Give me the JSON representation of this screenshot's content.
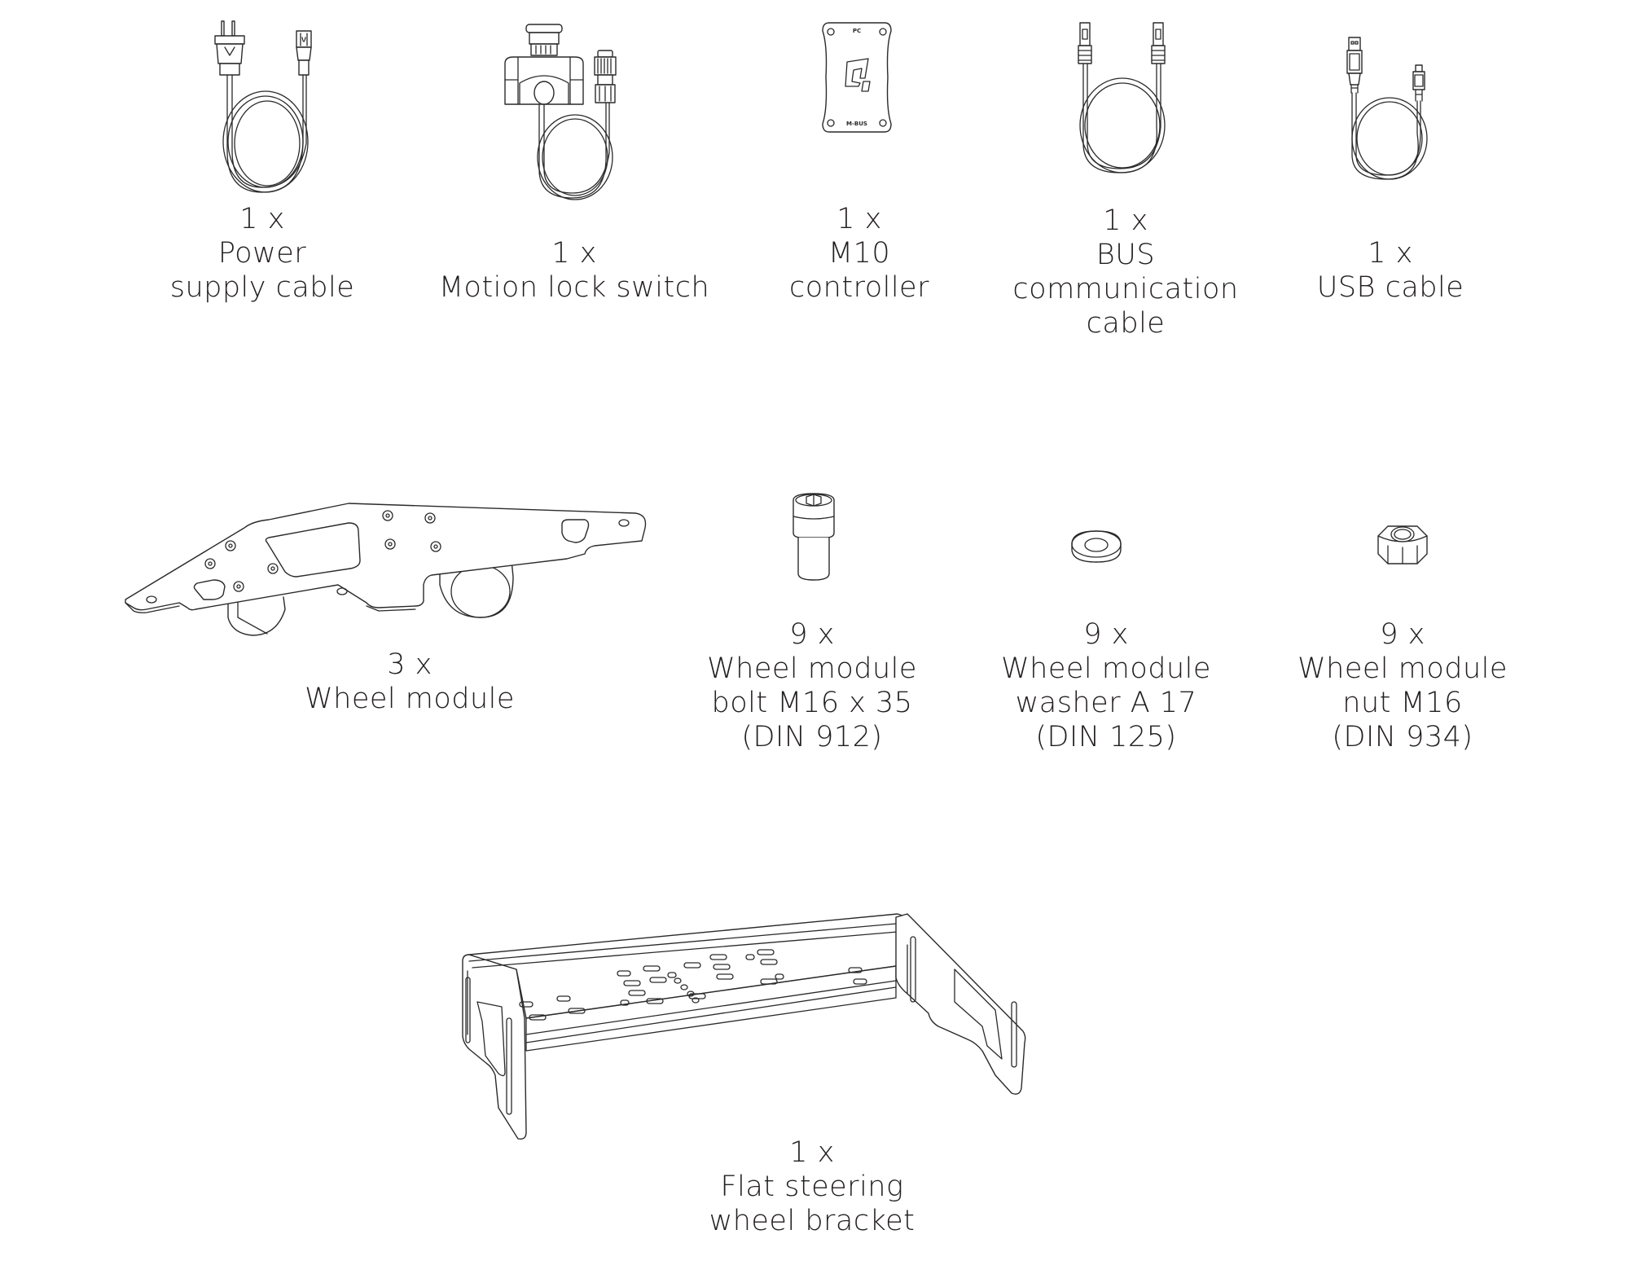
{
  "parts_list": {
    "items": [
      {
        "id": "power-supply-cable",
        "quantity": "1 x",
        "name_lines": [
          "Power",
          "supply cable"
        ],
        "icon": "power-cable-icon"
      },
      {
        "id": "motion-lock-switch",
        "quantity": "1 x",
        "name_lines": [
          "Motion lock switch"
        ],
        "icon": "motion-lock-switch-icon"
      },
      {
        "id": "m10-controller",
        "quantity": "1 x",
        "name_lines": [
          "M10",
          "controller"
        ],
        "icon": "controller-icon",
        "device_labels": {
          "top": "PC",
          "bottom": "M-BUS"
        }
      },
      {
        "id": "bus-communication-cable",
        "quantity": "1 x",
        "name_lines": [
          "BUS",
          "communication",
          "cable"
        ],
        "icon": "bus-cable-icon"
      },
      {
        "id": "usb-cable",
        "quantity": "1 x",
        "name_lines": [
          "USB cable"
        ],
        "icon": "usb-cable-icon"
      },
      {
        "id": "wheel-module",
        "quantity": "3 x",
        "name_lines": [
          "Wheel module"
        ],
        "icon": "wheel-module-icon"
      },
      {
        "id": "wheel-module-bolt",
        "quantity": "9 x",
        "name_lines": [
          "Wheel module",
          "bolt M16 x 35",
          "(DIN 912)"
        ],
        "icon": "bolt-icon"
      },
      {
        "id": "wheel-module-washer",
        "quantity": "9 x",
        "name_lines": [
          "Wheel module",
          "washer A 17",
          "(DIN 125)"
        ],
        "icon": "washer-icon"
      },
      {
        "id": "wheel-module-nut",
        "quantity": "9 x",
        "name_lines": [
          "Wheel module",
          "nut M16",
          "(DIN 934)"
        ],
        "icon": "nut-icon"
      },
      {
        "id": "flat-steering-wheel-bracket",
        "quantity": "1 x",
        "name_lines": [
          "Flat steering",
          "wheel bracket"
        ],
        "icon": "bracket-icon"
      }
    ]
  },
  "colors": {
    "text": "#231f20",
    "line": "#2a2a2a",
    "background": "#ffffff"
  }
}
